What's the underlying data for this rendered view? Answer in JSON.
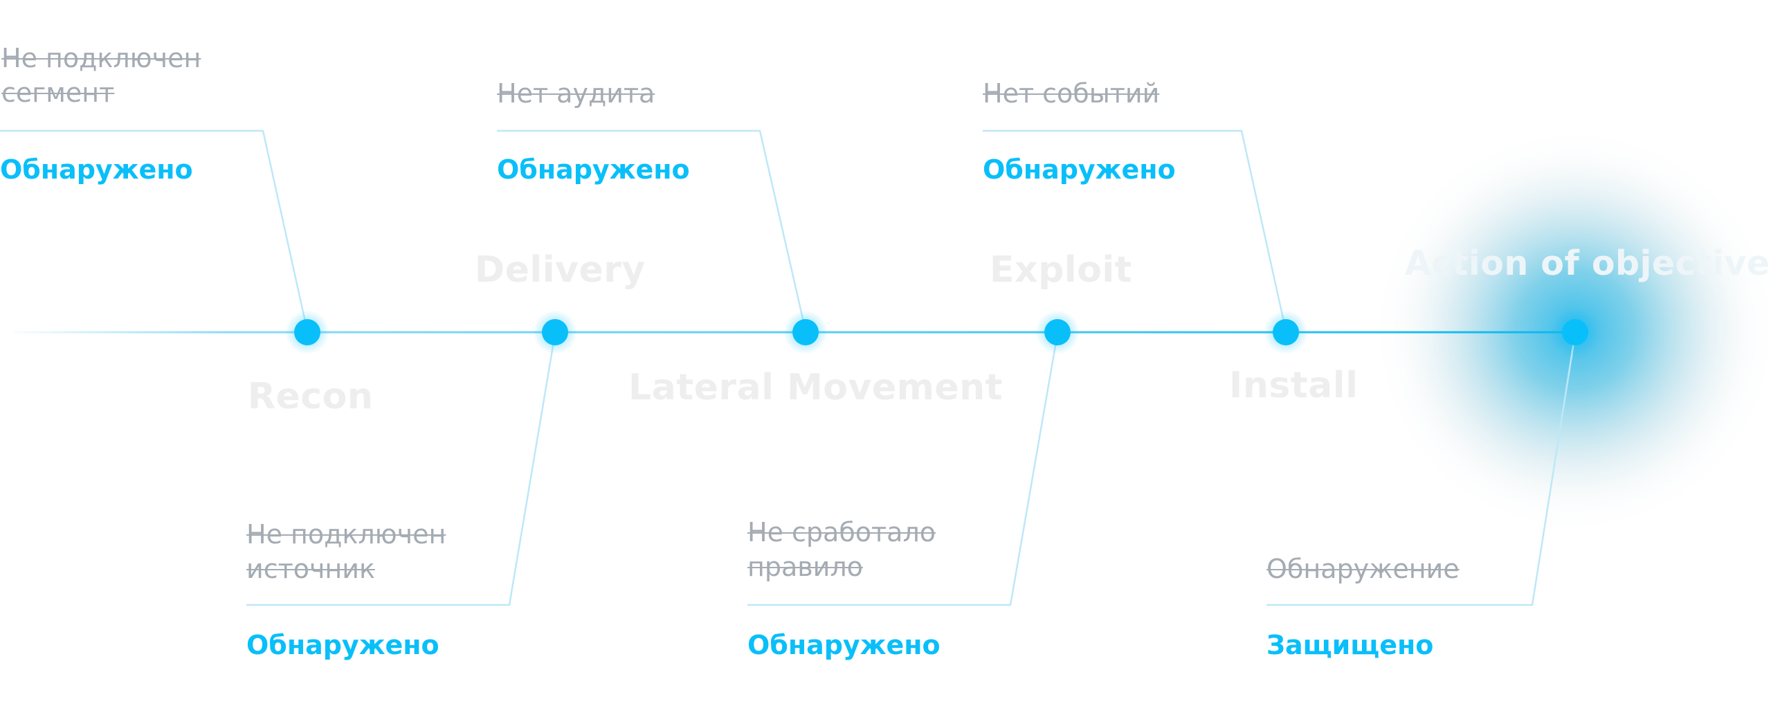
{
  "colors": {
    "accent": "#09bff9",
    "connector": "#b8e6f7",
    "timeline": "#4ec9f1",
    "stage_label": "#eeeeee",
    "crossed_text": "#a4abb3",
    "glow": "#1fb4e6"
  },
  "stages": [
    {
      "name": "Recon"
    },
    {
      "name": "Delivery"
    },
    {
      "name": "Lateral Movement"
    },
    {
      "name": "Exploit"
    },
    {
      "name": "Install"
    },
    {
      "name": "Action of objective"
    }
  ],
  "callouts": [
    {
      "before": "Не подключен\nсегмент",
      "after": "Обнаружено"
    },
    {
      "before": "Нет аудита",
      "after": "Обнаружено"
    },
    {
      "before": "Нет событий",
      "after": "Обнаружено"
    },
    {
      "before": "Не подключен\nисточник",
      "after": "Обнаружено"
    },
    {
      "before": "Не сработало\nправило",
      "after": "Обнаружено"
    },
    {
      "before": "Обнаружение",
      "after": "Защищено"
    }
  ]
}
